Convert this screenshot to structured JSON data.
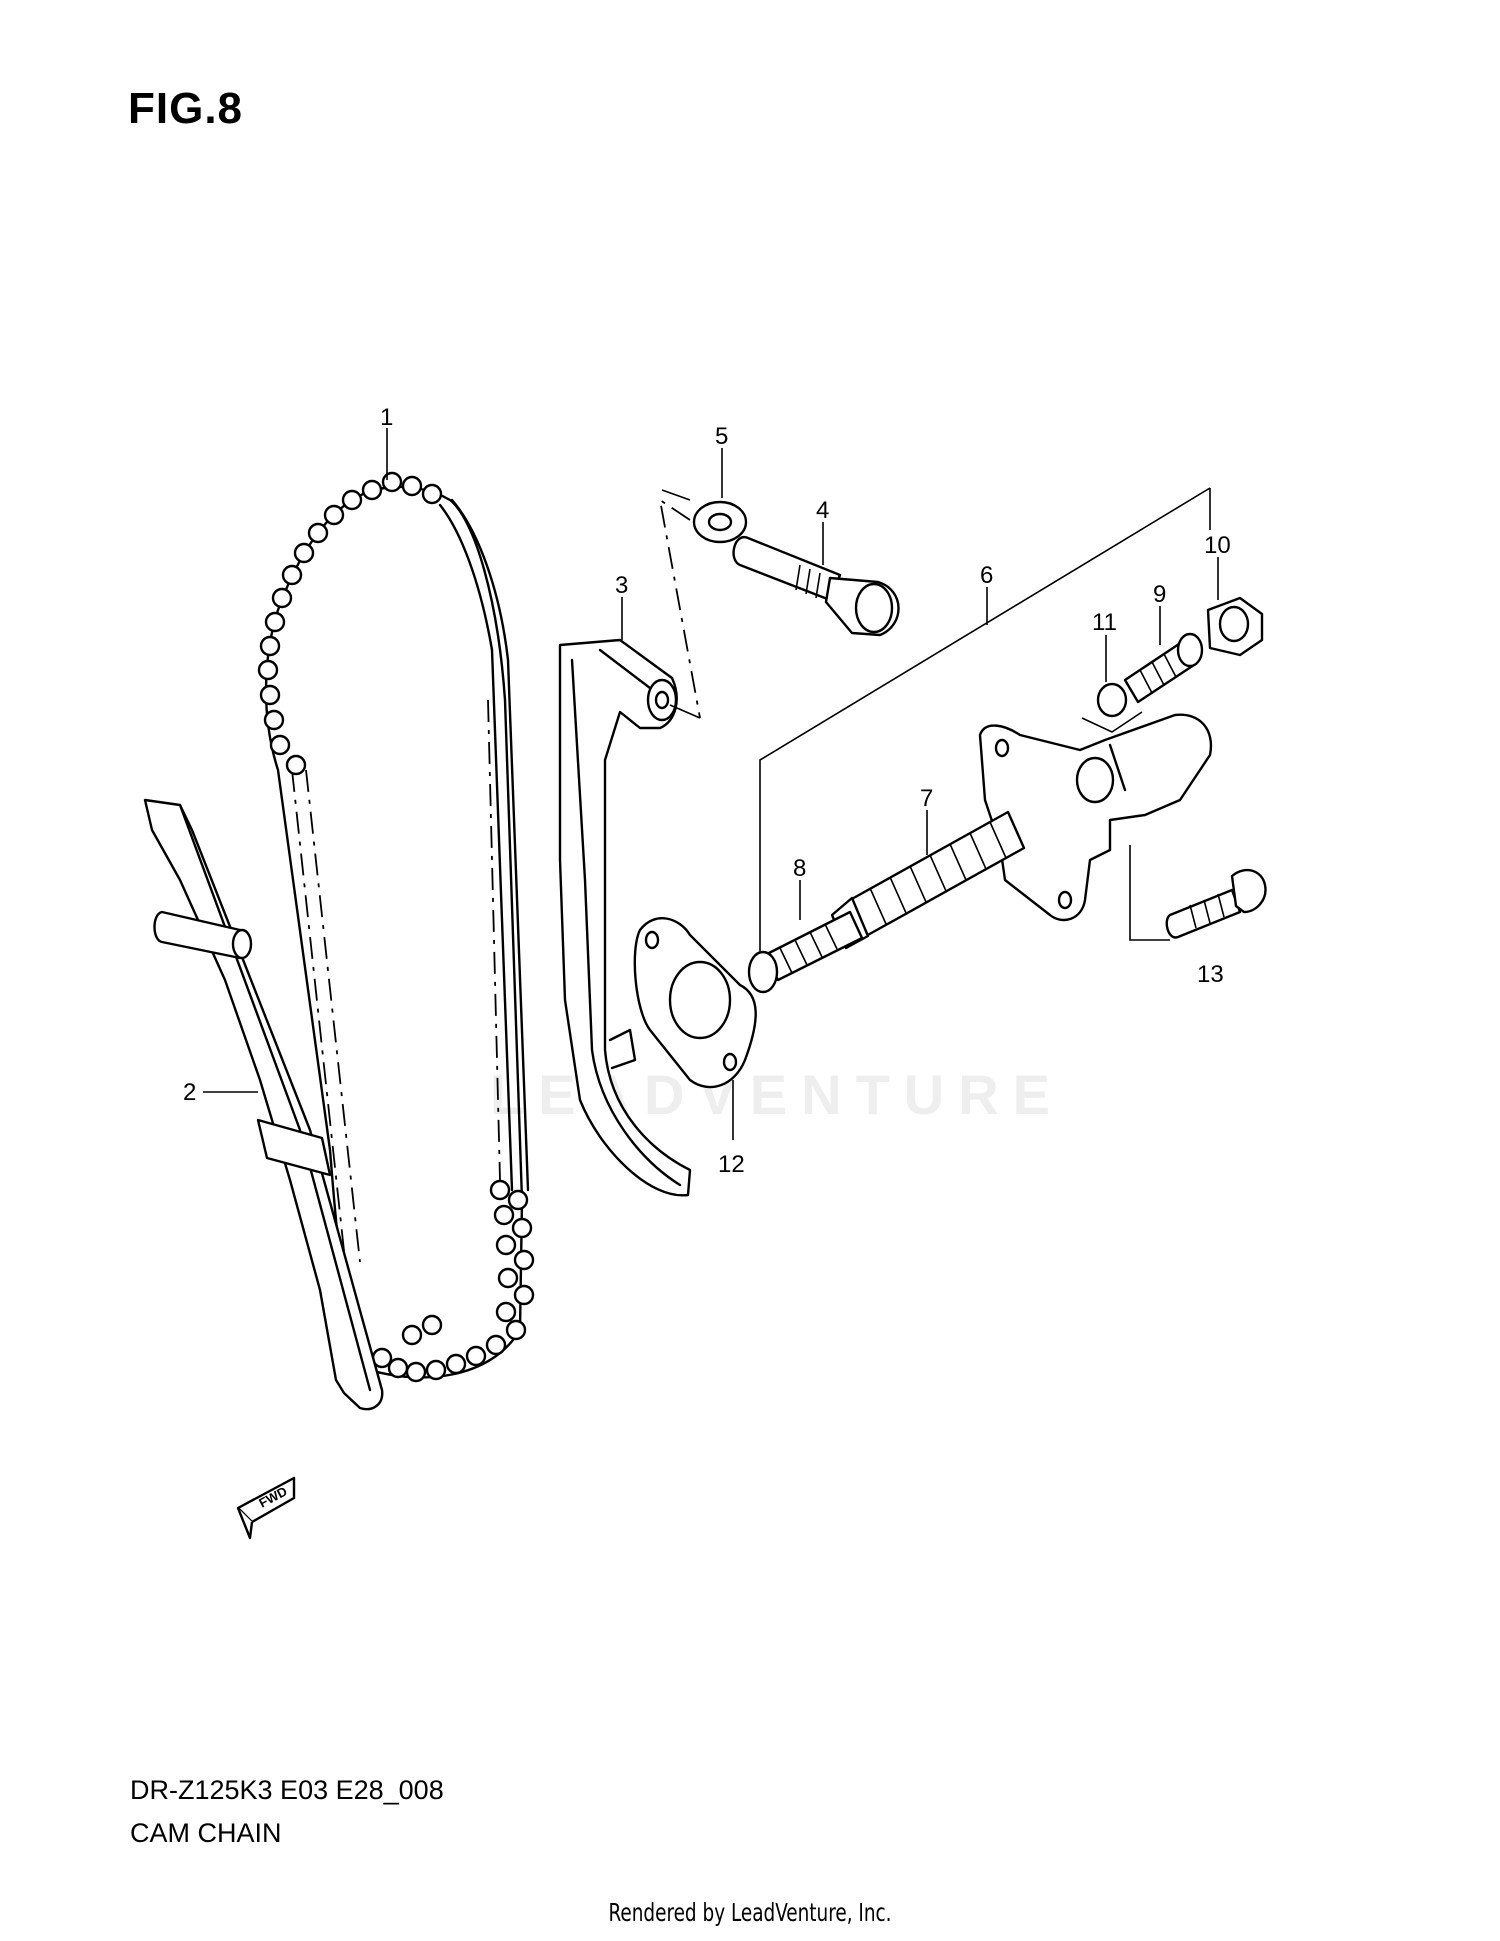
{
  "figure": {
    "title": "FIG.8",
    "model_code": "DR-Z125K3 E03 E28_008",
    "section_name": "CAM CHAIN"
  },
  "watermark": "LEADVENTURE",
  "footer": "Rendered by LeadVenture, Inc.",
  "fwd_label": "FWD",
  "callouts": [
    "1",
    "2",
    "3",
    "4",
    "5",
    "6",
    "7",
    "8",
    "9",
    "10",
    "11",
    "12",
    "13"
  ]
}
